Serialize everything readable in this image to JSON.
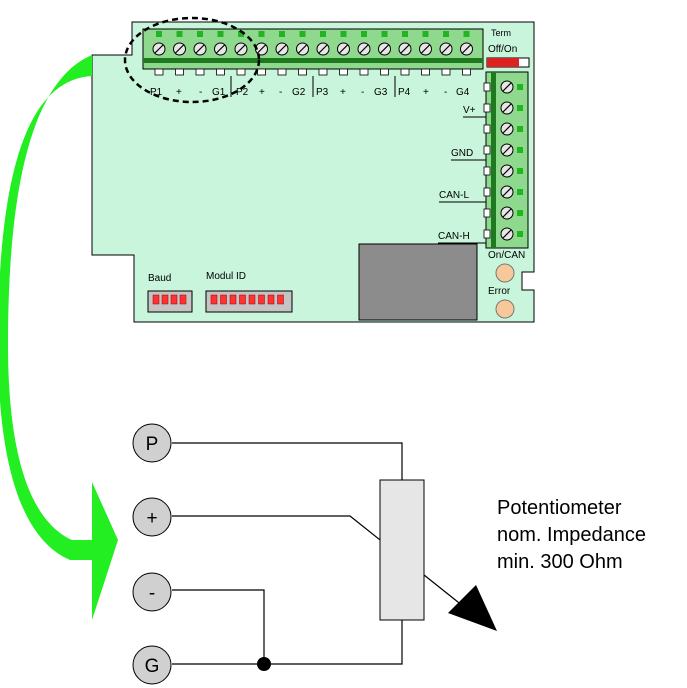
{
  "board": {
    "term_label": "Term",
    "term_switch_label": "Off/On",
    "top_terminal_labels": [
      "P1",
      "+",
      "-",
      "G1",
      "P2",
      "+",
      "-",
      "G2",
      "P3",
      "+",
      "-",
      "G3",
      "P4",
      "+",
      "-",
      "G4"
    ],
    "side_terminal_labels": [
      "V+",
      "GND",
      "CAN-L",
      "CAN-H"
    ],
    "led_labels": [
      "On/CAN",
      "Error"
    ],
    "dip_labels": [
      "Baud",
      "Modul ID"
    ],
    "colors": {
      "board": "#c8f5dc",
      "terminal_block": "#8fd98f",
      "terminal_dark": "#1f7a1f",
      "pin_marker": "#22b422",
      "arrow": "#22ee22",
      "switch_red": "#dd2222",
      "dip": "#ff3333",
      "led": "#f7c99a",
      "connector": "#8c8c8c"
    }
  },
  "circuit": {
    "terminal_labels": [
      "P",
      "+",
      "-",
      "G"
    ],
    "description_lines": [
      "Potentiometer",
      "nom. Impedance",
      "min. 300 Ohm"
    ]
  }
}
